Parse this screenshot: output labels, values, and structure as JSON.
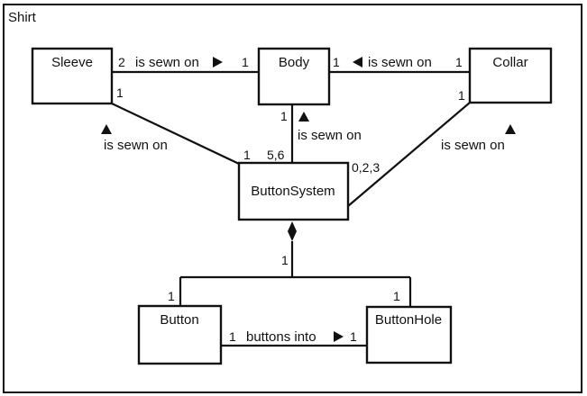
{
  "frame": {
    "title": "Shirt"
  },
  "classes": {
    "sleeve": "Sleeve",
    "body": "Body",
    "collar": "Collar",
    "button_system": "ButtonSystem",
    "button": "Button",
    "button_hole": "ButtonHole"
  },
  "associations": {
    "sleeve_body": {
      "label": "is sewn on",
      "mult_sleeve": "2",
      "mult_body": "1"
    },
    "collar_body": {
      "label": "is sewn on",
      "mult_body": "1",
      "mult_collar": "1"
    },
    "sleeve_buttonsystem": {
      "label": "is sewn on",
      "mult_sleeve": "1",
      "mult_buttonsystem": "1"
    },
    "body_buttonsystem": {
      "label": "is sewn on",
      "mult_body": "1",
      "mult_buttonsystem": "5,6"
    },
    "collar_buttonsystem": {
      "label": "is sewn on",
      "mult_collar": "1",
      "mult_buttonsystem": "0,2,3"
    },
    "composition": {
      "mult_part": "1",
      "mult_button": "1",
      "mult_buttonhole": "1"
    },
    "button_buttonhole": {
      "label": "buttons into",
      "mult_button": "1",
      "mult_buttonhole": "1"
    }
  },
  "colors": {
    "stroke": "#111111",
    "background": "#ffffff"
  }
}
